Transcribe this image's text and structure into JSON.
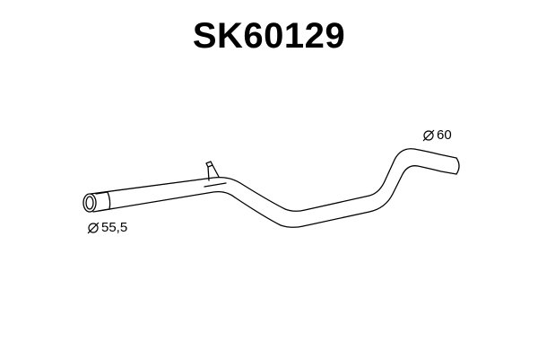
{
  "header": {
    "part_number": "SK60129"
  },
  "dimensions": {
    "inlet_diameter": "55,5",
    "outlet_diameter": "60"
  },
  "icons": {
    "diameter": "diameter-icon"
  },
  "colors": {
    "line": "#000000",
    "background": "#ffffff"
  }
}
